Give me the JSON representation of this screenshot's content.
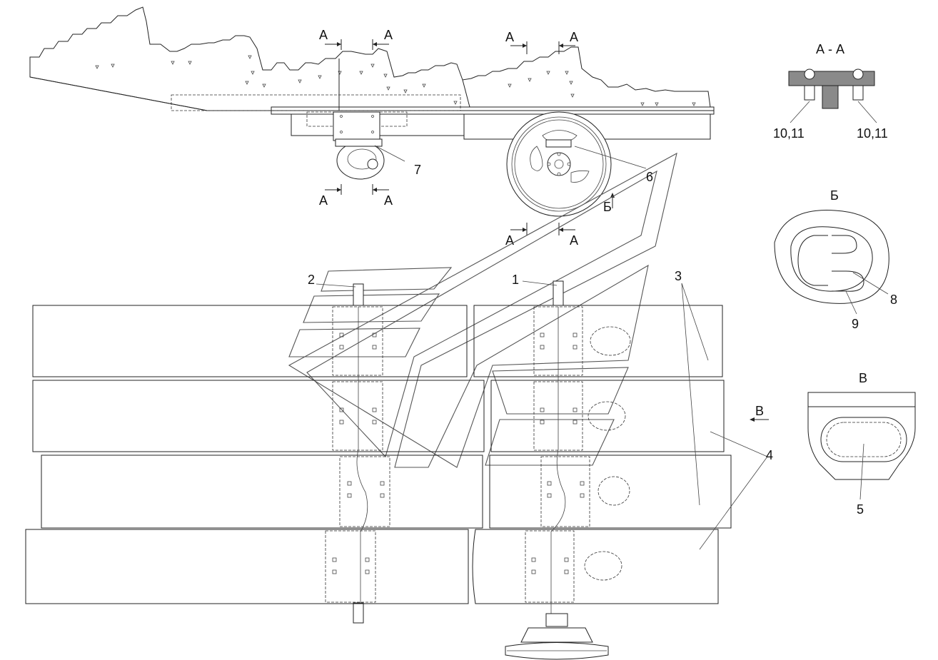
{
  "callouts": {
    "c1": "1",
    "c2": "2",
    "c3": "3",
    "c4": "4",
    "c5": "5",
    "c6": "6",
    "c7": "7",
    "c8": "8",
    "c9": "9",
    "c10a": "10,11",
    "c10b": "10,11"
  },
  "section_marks": {
    "a": "А",
    "b": "Б",
    "v": "В"
  },
  "detail_titles": {
    "aa": "А - А",
    "b": "Б",
    "v": "В"
  }
}
